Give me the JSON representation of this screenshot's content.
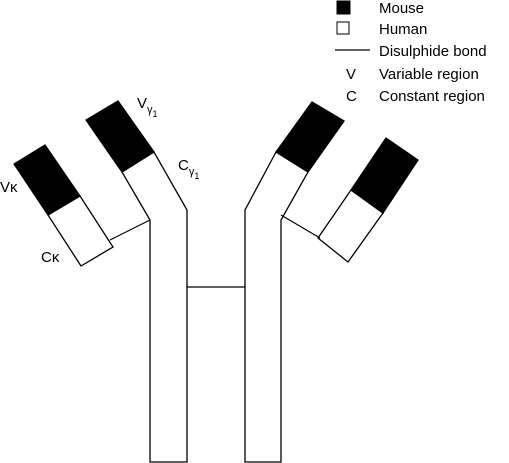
{
  "legend": {
    "mouse": {
      "label": "Mouse",
      "swatch_color": "#000000"
    },
    "human": {
      "label": "Human",
      "swatch_color": "#ffffff"
    },
    "disulphide": {
      "label": "Disulphide bond"
    },
    "variable": {
      "key": "V",
      "label": "Variable region"
    },
    "constant": {
      "key": "C",
      "label": "Constant region"
    }
  },
  "labels": {
    "v_gamma": {
      "base": "V",
      "sub1": "γ",
      "sub2": "1"
    },
    "c_gamma": {
      "base": "C",
      "sub1": "γ",
      "sub2": "1"
    },
    "v_kappa": {
      "base": "V",
      "greek": "κ"
    },
    "c_kappa": {
      "base": "C",
      "greek": "κ"
    }
  },
  "colors": {
    "mouse_region": "#000000",
    "human_region": "#ffffff",
    "line": "#000000"
  }
}
